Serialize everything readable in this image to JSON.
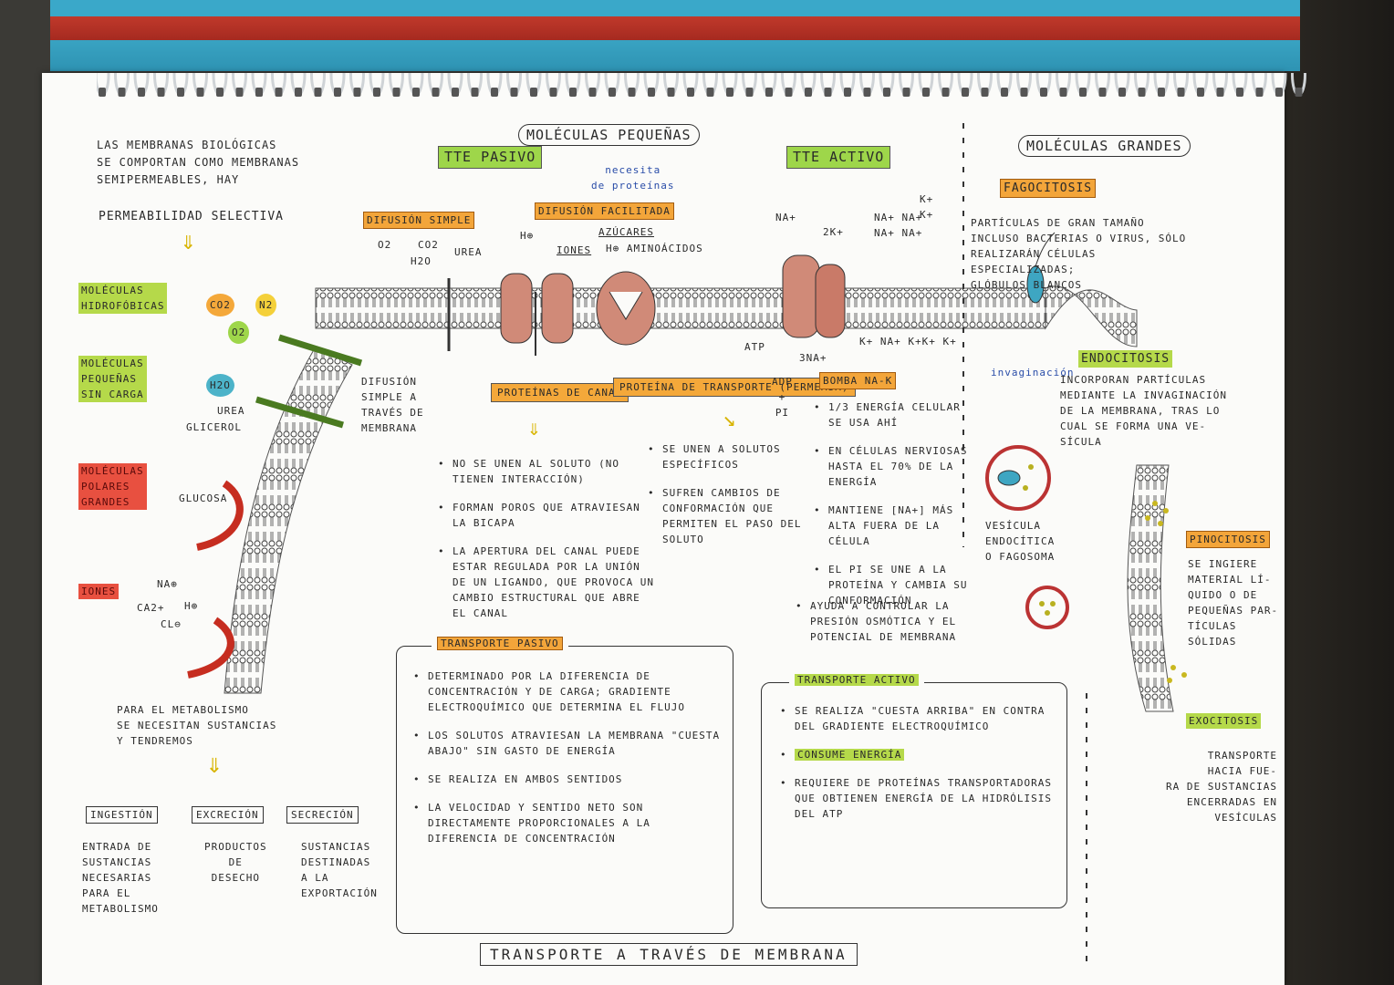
{
  "intro": {
    "text": "LAS MEMBRANAS BIOLÓGICAS\nSE COMPORTAN COMO MEMBRANAS\nSEMIPERMEABLES, HAY",
    "permeabilidad": "PERMEABILIDAD SELECTIVA"
  },
  "left_categories": {
    "hidrofobicas": "MOLÉCULAS\nHIDROFÓBICAS",
    "pequenas": "MOLÉCULAS\nPEQUEÑAS\nSIN CARGA",
    "grandes": "MOLÉCULAS\nPOLARES\nGRANDES",
    "iones": "IONES"
  },
  "molecules": {
    "co2": "CO2",
    "n2": "N2",
    "o2": "O2",
    "h2o": "H2O",
    "urea": "UREA",
    "glicerol": "GLICEROL",
    "glucosa": "GLUCOSA",
    "na": "Na⊕",
    "ca": "Ca2+",
    "h": "H⊕",
    "cl": "Cl⊖"
  },
  "metabolism": {
    "text": "PARA EL METABOLISMO\nSE NECESITAN SUSTANCIAS\nY TENDREMOS",
    "ingestion": "INGESTIÓN",
    "ingestion_desc": "ENTRADA DE\nSUSTANCIAS\nNECESARIAS\nPARA EL\nMETABOLISMO",
    "excrecion": "EXCRECIÓN",
    "excrecion_desc": "PRODUCTOS\nDE\nDESECHO",
    "secrecion": "SECRECIÓN",
    "secrecion_desc": "SUSTANCIAS\nDESTINADAS\nA LA\nEXPORTACIÓN"
  },
  "small_header": "MOLÉCULAS PEQUEÑAS",
  "large_header": "MOLÉCULAS GRANDES",
  "tte_pasivo": "TTE\nPASIVO",
  "tte_activo": "TTE\nACTIVO",
  "necesita": "necesita\nde proteínas",
  "difusion_simple": "DIFUSIÓN SIMPLE",
  "difusion_facilitada": "DIFUSIÓN FACILITADA",
  "ds_molecules": {
    "o2": "O2",
    "co2": "CO2",
    "h2o": "H2O",
    "urea": "UREA"
  },
  "df_molecules": {
    "h": "H⊕",
    "iones": "IONES",
    "azucares": "AZÚCARES",
    "aminoacidos": "H⊕ AMINOÁCIDOS"
  },
  "difusion_membrana": "DIFUSIÓN\nSIMPLE A\nTRAVÉS DE\nMEMBRANA",
  "proteinas_canal": "PROTEÍNAS\nDE CANAL",
  "proteina_transporte": "PROTEÍNA DE\nTRANSPORTE\n(PERMEASA)",
  "canal_bullets": [
    "NO SE UNEN AL SOLUTO (no tienen interacción)",
    "FORMAN POROS QUE ATRAVIESAN LA BICAPA",
    "LA APERTURA DEL CANAL PUEDE ESTAR REGULADA POR LA UNIÓN DE UN LIGANDO, QUE PROVOCA UN CAMBIO ESTRUCTURAL QUE ABRE EL CANAL"
  ],
  "permeasa_bullets": [
    "SE UNEN A SOLUTOS ESPECÍFICOS",
    "SUFREN CAMBIOS DE CONFORMACIÓN QUE PERMITEN EL PASO DEL SOLUTO"
  ],
  "pump": {
    "na_top": "Na+",
    "k_top": "2K+",
    "na_group": "Na+ Na+\nNa+ Na+",
    "k_group": "K+\nK+",
    "atp": "ATP",
    "adp": "ADP\n+\nPi",
    "three_na": "3Na+",
    "k_bottom": "K+ Na+ K+K+ K+",
    "bomba": "BOMBA Na-K"
  },
  "activo_bullets": [
    "1/3 ENERGÍA CELULAR SE USA AHÍ",
    "EN CÉLULAS NERVIOSAS HASTA EL 70% DE LA ENERGÍA",
    "MANTIENE [Na+] MÁS ALTA FUERA DE LA CÉLULA",
    "EL Pi SE UNE A LA PROTEÍNA Y CAMBIA SU CONFORMACIÓN",
    "AYUDA A CONTROLAR LA PRESIÓN OSMÓTICA Y EL POTENCIAL DE MEMBRANA"
  ],
  "pasivo_box": {
    "title": "TRANSPORTE PASIVO",
    "items": [
      "DETERMINADO POR LA DIFERENCIA DE CONCENTRACIÓN Y DE CARGA; GRADIENTE ELECTROQUÍMICO QUE DETERMINA EL FLUJO",
      "LOS SOLUTOS ATRAVIESAN LA MEMBRANA \"CUESTA ABAJO\" SIN GASTO DE ENERGÍA",
      "SE REALIZA EN AMBOS SENTIDOS",
      "LA VELOCIDAD Y SENTIDO NETO SON DIRECTAMENTE PROPORCIONALES A LA DIFERENCIA DE CONCENTRACIÓN"
    ]
  },
  "activo_box": {
    "title": "TRANSPORTE ACTIVO",
    "items": [
      "SE REALIZA \"CUESTA ARRIBA\" EN CONTRA DEL GRADIENTE ELECTROQUÍMICO",
      "CONSUME ENERGÍA",
      "REQUIERE DE PROTEÍNAS TRANSPORTADORAS QUE OBTIENEN ENERGÍA DE LA HIDRÓLISIS DEL ATP"
    ]
  },
  "fagocitosis": "FAGOCITOSIS",
  "fagocitosis_text": "PARTÍCULAS DE GRAN TAMAÑO\nINCLUSO BACTERIAS O VIRUS, SÓLO\nREALIZARÁN CÉLULAS\nESPECIALIZADAS;\nGLÓBULOS BLANCOS",
  "invaginacion": "invaginación",
  "endocitosis": "ENDOCITOSIS",
  "endocitosis_text": "INCORPORAN PARTÍCULAS\nMEDIANTE LA INVAGINACIÓN\nDE LA MEMBRANA, TRAS LO\nCUAL SE FORMA UNA VE-\nSÍCULA",
  "vesicula": "VESÍCULA\nENDOCÍTICA\nO FAGOSOMA",
  "pinocitosis": "PINOCITOSIS",
  "pinocitosis_text": "SE INGIERE\nMATERIAL LÍ-\nQUIDO O DE\nPEQUEÑAS PAR-\nTÍCULAS SÓLIDAS",
  "exocitosis": "EXOCITOSIS",
  "exocitosis_text": "TRANSPORTE\nHACIA FUE-\nRA DE SUSTANCIAS\nENCERRADAS EN\nVESÍCULAS",
  "footer_title": "TRANSPORTE A TRAVÉS DE MEMBRANA",
  "colors": {
    "green": "#9ed64a",
    "orange": "#f4a83a",
    "red": "#e85040",
    "protein": "#d08a78"
  }
}
